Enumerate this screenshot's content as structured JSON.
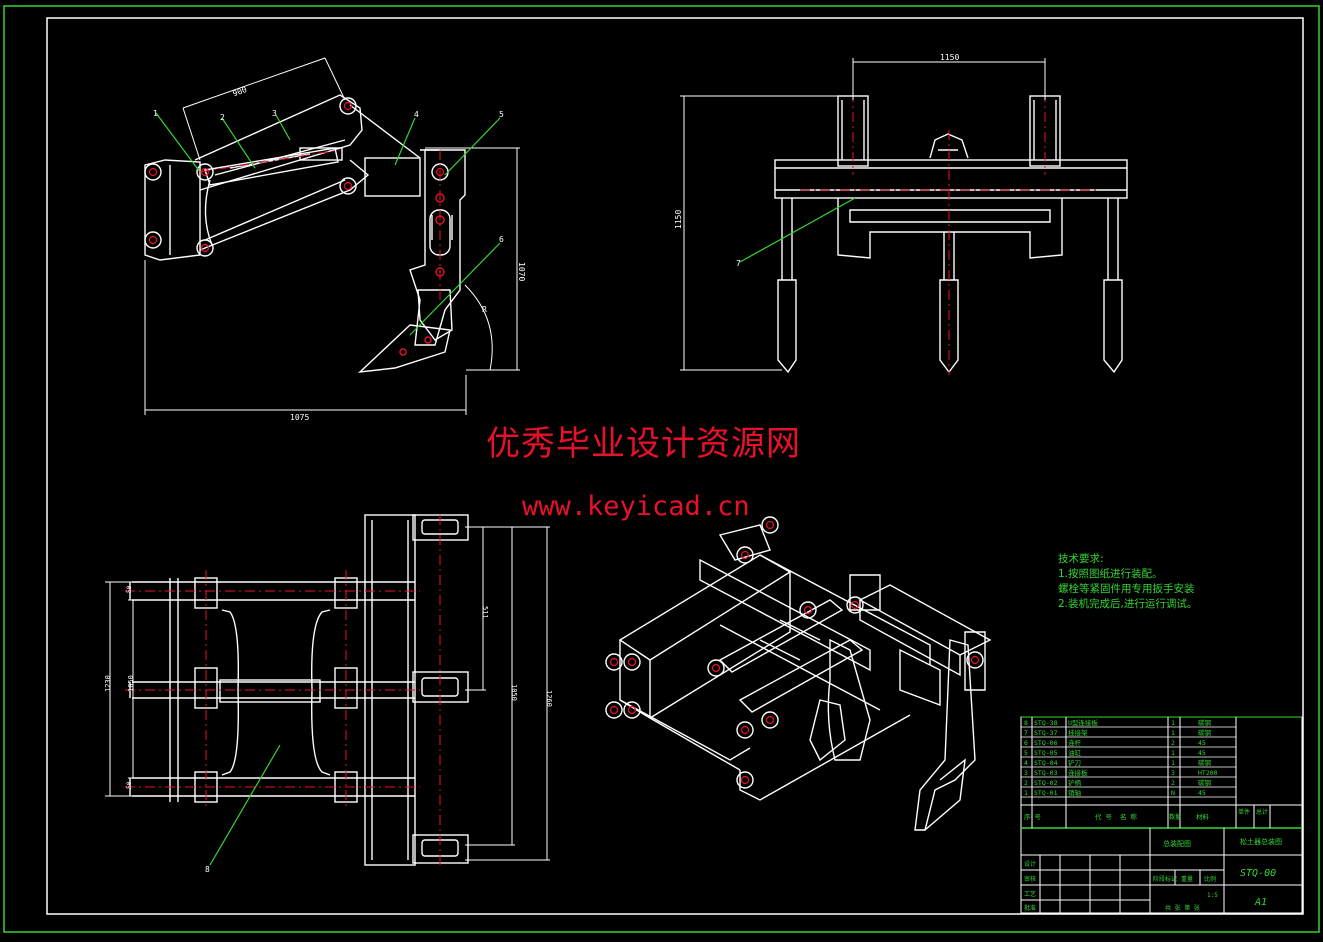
{
  "watermark": {
    "title": "优秀毕业设计资源网",
    "url": "www.keyicad.cn"
  },
  "tech_requirements": {
    "heading": "技术要求:",
    "lines": [
      "1.按照图纸进行装配。",
      "螺栓等紧固件用专用扳手安装",
      "2.装机完成后,进行运行调试。"
    ]
  },
  "side_view": {
    "dim_top": "900",
    "dim_bottom": "1075",
    "dim_right": "1070",
    "dim_angle": "R",
    "balloons": [
      "1",
      "2",
      "3",
      "4",
      "5",
      "6"
    ]
  },
  "front_view": {
    "dim_top": "1150",
    "dim_left": "1150",
    "balloon": "7"
  },
  "top_view": {
    "dim_left_1": "1230",
    "dim_left_2": "1050",
    "dim_small_1": "50",
    "dim_small_2": "50",
    "dim_right_1": "511",
    "dim_right_2": "1050",
    "dim_right_3": "1260",
    "balloon": "8"
  },
  "parts_list": [
    {
      "no": "8",
      "code": "STQ-38",
      "name": "U型连接板",
      "qty": "1",
      "material": "碳钢"
    },
    {
      "no": "7",
      "code": "STQ-37",
      "name": "挂接架",
      "qty": "1",
      "material": "碳钢"
    },
    {
      "no": "6",
      "code": "STQ-06",
      "name": "连杆",
      "qty": "2",
      "material": "45"
    },
    {
      "no": "5",
      "code": "STQ-05",
      "name": "油缸",
      "qty": "1",
      "material": "45"
    },
    {
      "no": "4",
      "code": "STQ-04",
      "name": "铲刀",
      "qty": "1",
      "material": "碳钢"
    },
    {
      "no": "3",
      "code": "STQ-03",
      "name": "连接板",
      "qty": "3",
      "material": "HT200"
    },
    {
      "no": "2",
      "code": "STQ-02",
      "name": "铲柄",
      "qty": "2",
      "material": "碳钢"
    },
    {
      "no": "1",
      "code": "STQ-01",
      "name": "销轴",
      "qty": "N",
      "material": "45"
    }
  ],
  "title_block": {
    "header_no": "序 号",
    "header_code": "代 号",
    "header_name": "名 称",
    "header_qty": "数量",
    "header_material": "材料",
    "header_single": "单件",
    "header_total": "总计",
    "company": "总装配图",
    "drawing_title": "松土器总装图",
    "drawing_no": "STQ-00",
    "sheet_size": "A1",
    "scale": "1:5",
    "row_labels": [
      "设计",
      "审核",
      "工艺",
      "批准"
    ],
    "stage_label": "阶段标记",
    "weight_label": "重量",
    "scale_label": "比例",
    "sheet_label": "共 张 第 张"
  }
}
